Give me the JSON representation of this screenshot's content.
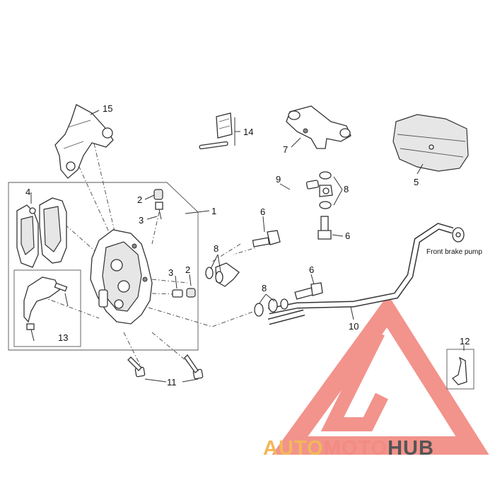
{
  "callouts": {
    "c1": "1",
    "c2a": "2",
    "c2b": "2",
    "c3a": "3",
    "c3b": "3",
    "c4": "4",
    "c5": "5",
    "c6a": "6",
    "c6b": "6",
    "c6c": "6",
    "c7": "7",
    "c8a": "8",
    "c8b": "8",
    "c8c": "8",
    "c9": "9",
    "c10": "10",
    "c11": "11",
    "c12": "12",
    "c13": "13",
    "c14": "14",
    "c15": "15"
  },
  "front_brake_pump_label": "Front brake pump",
  "watermark": {
    "part1": "AUTO",
    "part2": "MOTO",
    "part3": "HUB"
  },
  "colors": {
    "watermark_red": "#e8675f",
    "watermark_orange": "#f2b75a",
    "watermark_gray": "#555555"
  }
}
